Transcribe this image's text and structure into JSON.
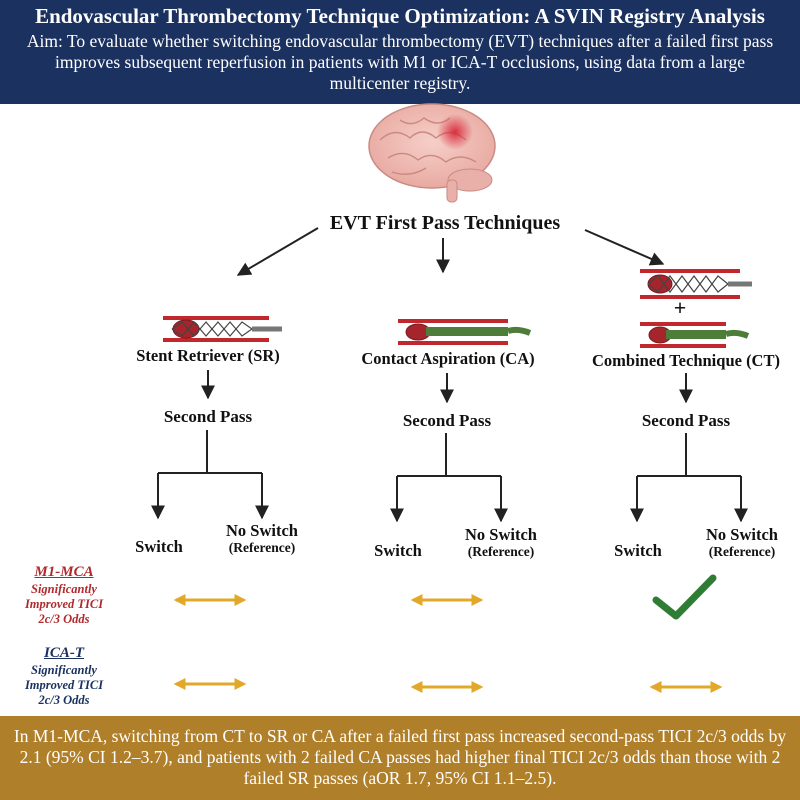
{
  "header": {
    "title": "Endovascular Thrombectomy Technique Optimization: A SVIN Registry Analysis",
    "aim": "Aim: To evaluate whether switching endovascular thrombectomy (EVT) techniques after a failed first pass improves subsequent reperfusion in patients with M1 or ICA-T occlusions, using data from a large multicenter registry."
  },
  "root": {
    "label": "EVT First Pass Techniques"
  },
  "techniques": [
    {
      "label": "Stent Retriever (SR)",
      "second_pass": "Second Pass",
      "switch": "Switch",
      "no_switch": "No Switch",
      "reference": "(Reference)"
    },
    {
      "label": "Contact Aspiration (CA)",
      "second_pass": "Second Pass",
      "switch": "Switch",
      "no_switch": "No Switch",
      "reference": "(Reference)"
    },
    {
      "label": "Combined Technique (CT)",
      "second_pass": "Second Pass",
      "switch": "Switch",
      "no_switch": "No Switch",
      "reference": "(Reference)"
    }
  ],
  "combined_plus": "+",
  "rows": [
    {
      "title": "M1-MCA",
      "line1": "Significantly",
      "line2": "Improved TICI",
      "line3": "2c/3 Odds",
      "color": "#b0292b",
      "results": [
        "no-difference",
        "no-difference",
        "significant"
      ]
    },
    {
      "title": "ICA-T",
      "line1": "Significantly",
      "line2": "Improved TICI",
      "line3": "2c/3 Odds",
      "color": "#1b3160",
      "results": [
        "no-difference",
        "no-difference",
        "no-difference"
      ]
    }
  ],
  "icons": {
    "brain": "brain-icon",
    "stent": "stent-retriever-icon",
    "aspiration": "aspiration-catheter-icon",
    "no_difference": "double-arrow-icon",
    "significant": "checkmark-icon"
  },
  "colors": {
    "header_bg": "#1b3160",
    "footer_bg": "#b07f2a",
    "arrow_gold": "#e2a82a",
    "check_green": "#2f7d35",
    "vessel_red": "#c0282d"
  },
  "footer": {
    "text": "In M1-MCA, switching from CT to SR or CA after a failed first pass increased second-pass TICI 2c/3 odds by 2.1 (95% CI 1.2–3.7), and patients with 2 failed CA passes had higher final TICI 2c/3 odds than those with 2 failed SR passes (aOR 1.7, 95% CI 1.1–2.5)."
  }
}
